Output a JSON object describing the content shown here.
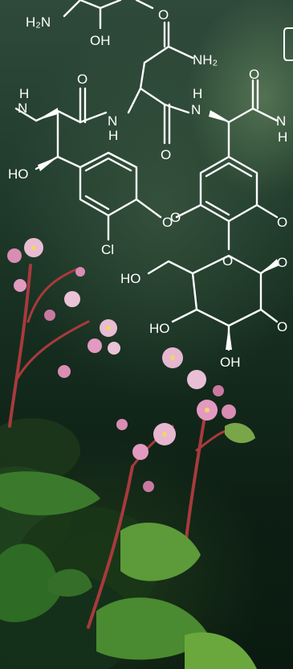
{
  "image": {
    "subject": "molecular-structure-overlay-on-begonia-plant-photo",
    "colors": {
      "background_dark": "#0c1a12",
      "structure_line": "#ffffff",
      "petal": "#e6b7cf",
      "stem": "#a33a3a",
      "leaf": "#3f7a2e"
    }
  },
  "molecule": {
    "labels": {
      "h2n": "H₂N",
      "oh_top": "OH",
      "o_top": "O",
      "nh2": "NH₂",
      "o_amide1": "O",
      "o_amide2": "O",
      "h_nh_left": "H",
      "n_left": "N",
      "n_mid": "N",
      "h_mid": "H",
      "h_nh_right": "H",
      "n_right": "N",
      "n_far_right": "N",
      "h_far_right": "H",
      "o_carbonyl_mid": "O",
      "ho_left": "HO",
      "o_ether": "O",
      "o_ether2": "O",
      "o_right_edge": "O",
      "cl": "Cl",
      "ho_sugar": "HO",
      "o_ring": "O",
      "o_sugar_right": "O",
      "ho_sugar2": "HO",
      "o_sugar_right2": "O",
      "oh_bottom": "OH"
    }
  }
}
